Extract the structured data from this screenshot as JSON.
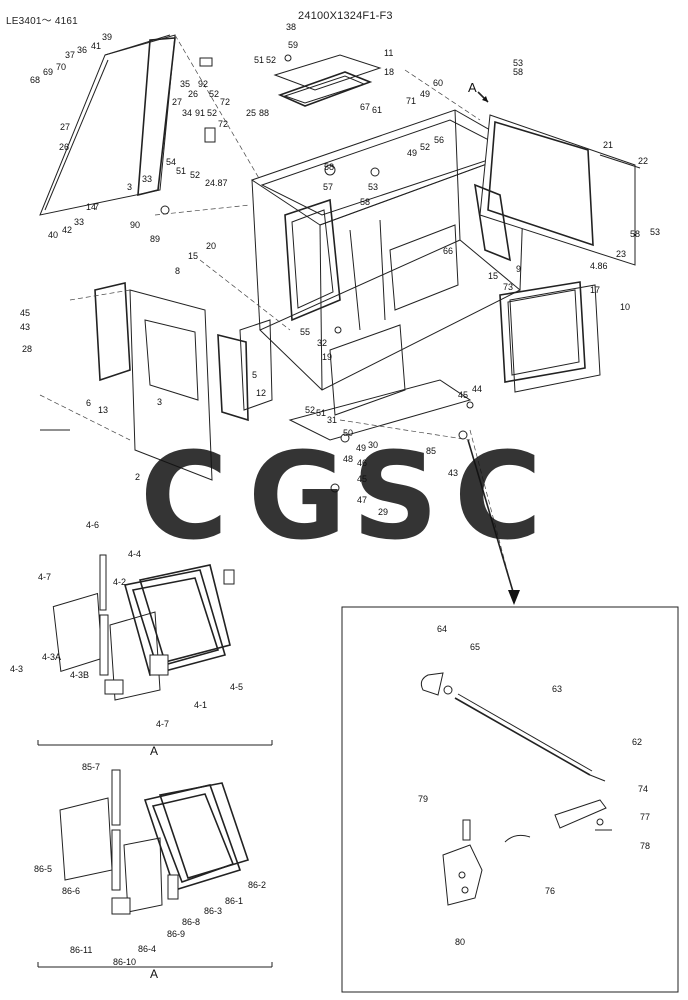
{
  "header": {
    "left_code": "LE3401～ 4161",
    "top_code": "24100X1324F1-F3"
  },
  "watermark": {
    "letters": [
      "C",
      "G",
      "S",
      "C"
    ],
    "colors": [
      "#5b9cf5",
      "#f28b82",
      "#fbd04b",
      "#5fbf8f"
    ]
  },
  "sections": {
    "detail_a_marker": "A",
    "door_group_label": "A",
    "door_group_label_2": "A"
  },
  "callouts_main": [
    "38",
    "59",
    "11",
    "18",
    "51",
    "52",
    "25",
    "88",
    "67",
    "61",
    "53",
    "58",
    "57",
    "58",
    "71",
    "49",
    "60",
    "56",
    "52",
    "49",
    "58",
    "53",
    "21",
    "22",
    "58",
    "53",
    "23",
    "4.86",
    "37",
    "36",
    "41",
    "39",
    "68",
    "69",
    "70",
    "35",
    "92",
    "26",
    "27",
    "52",
    "72",
    "34",
    "91",
    "52",
    "72",
    "27",
    "26",
    "54",
    "51",
    "52",
    "24.87",
    "3",
    "33",
    "40",
    "42",
    "33",
    "14",
    "7",
    "90",
    "89",
    "20",
    "15",
    "8",
    "66",
    "9",
    "15",
    "73",
    "17",
    "10",
    "45",
    "43",
    "28",
    "55",
    "32",
    "19",
    "5",
    "12",
    "6",
    "13",
    "3",
    "52",
    "51",
    "31",
    "50",
    "49",
    "30",
    "48",
    "46",
    "45",
    "47",
    "29",
    "44",
    "45",
    "85",
    "43",
    "2"
  ],
  "callouts_door1": [
    "4-6",
    "4-4",
    "4-7",
    "4-2",
    "4-3A",
    "4-3",
    "4-3B",
    "4-5",
    "4-1",
    "4-7"
  ],
  "callouts_door2": [
    "85-7",
    "86-5",
    "86-6",
    "86-11",
    "86-10",
    "86-4",
    "86-9",
    "86-8",
    "86-3",
    "86-1",
    "86-2"
  ],
  "callouts_detail": [
    "64",
    "65",
    "63",
    "62",
    "79",
    "74",
    "77",
    "78",
    "76",
    "80"
  ]
}
